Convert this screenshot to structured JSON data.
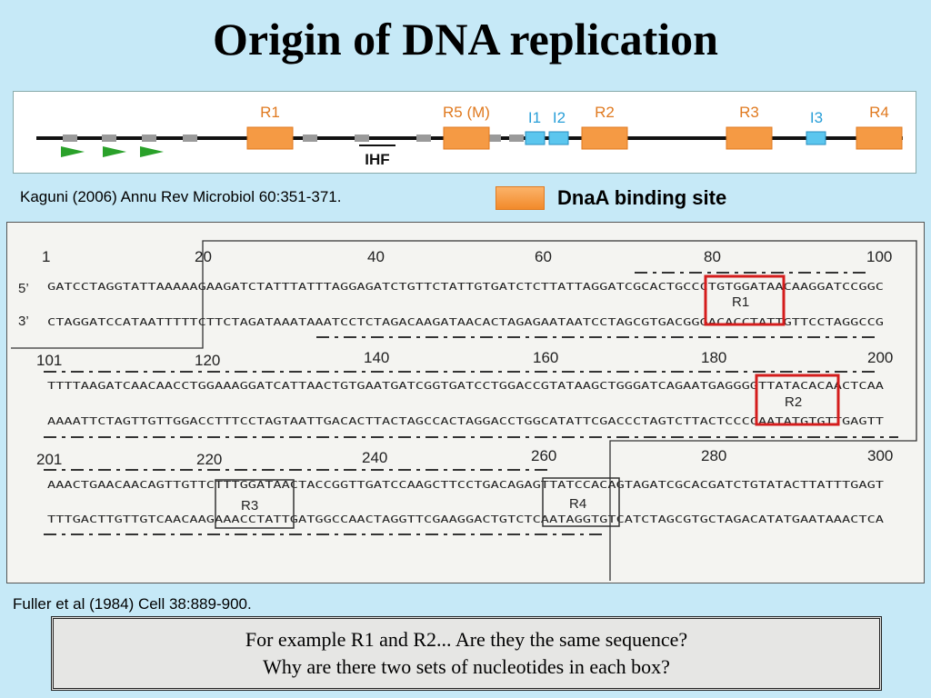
{
  "title": "Origin of DNA replication",
  "map": {
    "labels": {
      "R1": "R1",
      "R5M": "R5 (M)",
      "I1": "I1",
      "I2": "I2",
      "R2": "R2",
      "R3": "R3",
      "I3": "I3",
      "R4": "R4",
      "IHF": "IHF"
    },
    "colors": {
      "dnaa_box": "#f59a44",
      "i_box": "#5bc6ee",
      "gray_box": "#9a9a9a",
      "arrow": "#2aa12a",
      "line": "#111111"
    }
  },
  "citations": {
    "kaguni": "Kaguni (2006) Annu Rev Microbiol 60:351-371.",
    "fuller": "Fuller et al (1984) Cell 38:889-900."
  },
  "legend": {
    "label": "DnaA binding site"
  },
  "sequence": {
    "prime5": "5’",
    "prime3": "3’",
    "positions_row1": [
      "1",
      "20",
      "40",
      "60",
      "80",
      "100"
    ],
    "positions_row2": [
      "101",
      "120",
      "140",
      "160",
      "180",
      "200"
    ],
    "positions_row3": [
      "201",
      "220",
      "240",
      "260",
      "280",
      "300"
    ],
    "row1_top": "GATCCTAGGTATTAAAAAGAAGATCTATTTATTTAGGAGATCTGTTCTATTGTGATCTCTTATTAGGATCGCACTGCCCTGTGGATAACAAGGATCCGGC",
    "row1_bottom": "CTAGGATCCATAATTTTTCTTCTAGATAAATAAATCCTCTAGACAAGATAACACTAGAGAATAATCCTAGCGTGACGGGACACCTATTGTTCCTAGGCCG",
    "row2_top": "TTTTAAGATCAACAACCTGGAAAGGATCATTAACTGTGAATGATCGGTGATCCTGGACCGTATAAGCTGGGATCAGAATGAGGGGTTATACACAACTCAA",
    "row2_bottom": "AAAATTCTAGTTGTTGGACCTTTCCTAGTAATTGACACTTACTAGCCACTAGGACCTGGCATATTCGACCCTAGTCTTACTCCCCAATATGTGTTGAGTT",
    "row3_top": "AAACTGAACAACAGTTGTTCTTTGGATAACTACCGGTTGATCCAAGCTTCCTGACAGAGTTATCCACAGTAGATCGCACGATCTGTATACTTATTTGAGT",
    "row3_bottom": "TTTGACTTGTTGTCAACAAGAAACCTATTGATGGCCAACTAGGTTCGAAGGACTGTCTCAATAGGTGTCATCTAGCGTGCTAGACATATGAATAAACTCA",
    "box_labels": {
      "R1": "R1",
      "R2": "R2",
      "R3": "R3",
      "R4": "R4"
    },
    "highlight_color": "#d41c1c"
  },
  "question": {
    "line1": "For example R1 and R2... Are they the same sequence?",
    "line2": "Why are there two sets of nucleotides in each box?"
  }
}
